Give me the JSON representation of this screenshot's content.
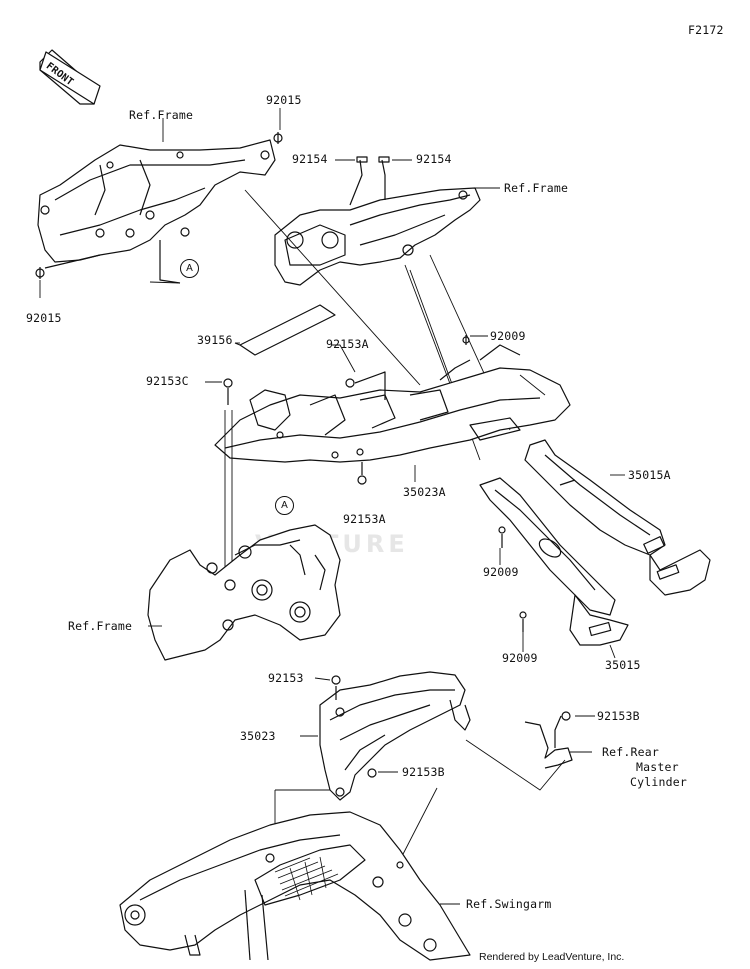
{
  "diagram": {
    "code": "F2172",
    "front_badge": "FRONT",
    "circle_marker": "A",
    "watermark": "VENTURE",
    "footer": "Rendered by LeadVenture, Inc."
  },
  "labels": {
    "p92015_top": "92015",
    "ref_frame_top": "Ref.Frame",
    "p92015_left": "92015",
    "p92154_l": "92154",
    "p92154_r": "92154",
    "ref_frame_right": "Ref.Frame",
    "p39156": "39156",
    "p92009_top": "92009",
    "p92153a_top": "92153A",
    "p92153c": "92153C",
    "p35023a": "35023A",
    "p92153a_bot": "92153A",
    "p35015a": "35015A",
    "p92009_mid": "92009",
    "ref_frame_mid": "Ref.Frame",
    "p92009_bot": "92009",
    "p35015": "35015",
    "p92153": "92153",
    "p92153b_r": "92153B",
    "p35023": "35023",
    "ref_rear_1": "Ref.Rear",
    "ref_rear_2": "Master",
    "ref_rear_3": "Cylinder",
    "p92153b_mid": "92153B",
    "ref_swingarm": "Ref.Swingarm"
  }
}
